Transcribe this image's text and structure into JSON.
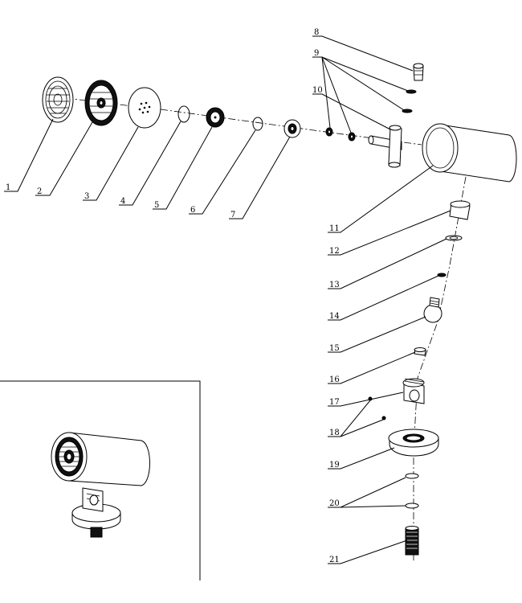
{
  "diagram": {
    "type": "exploded-parts-view",
    "part_labels": [
      "1",
      "2",
      "3",
      "4",
      "5",
      "6",
      "7",
      "8",
      "9",
      "10",
      "11",
      "12",
      "13",
      "14",
      "15",
      "16",
      "17",
      "18",
      "19",
      "20",
      "21"
    ]
  },
  "colors": {
    "ink": "#000000",
    "background": "#ffffff"
  }
}
